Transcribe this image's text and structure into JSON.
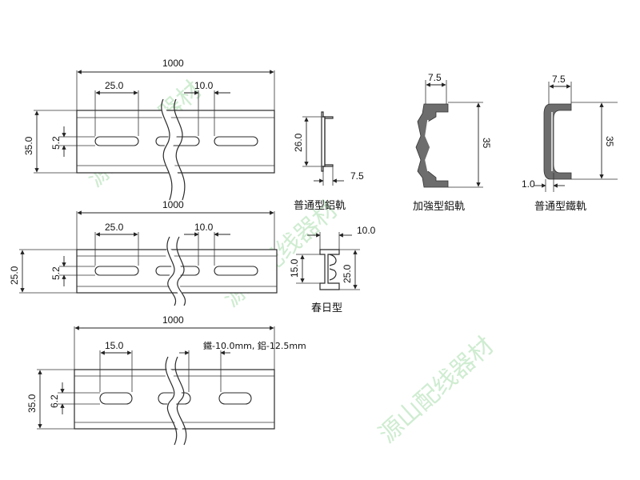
{
  "rail1": {
    "length": "1000",
    "pitch": "25.0",
    "slot": "10.0",
    "height": "35.0",
    "hole": "5.2"
  },
  "rail2": {
    "length": "1000",
    "pitch": "25.0",
    "slot": "10.0",
    "height": "25.0",
    "hole": "5.2"
  },
  "rail3": {
    "length": "1000",
    "pitch": "15.0",
    "note": "鐵-10.0mm, 鋁-12.5mm",
    "height": "35.0",
    "hole": "6.2"
  },
  "profile_std_al": {
    "height": "26.0",
    "lip": "7.5",
    "name": "普通型鋁軌"
  },
  "profile_reinf": {
    "lip": "7.5",
    "height": "35",
    "name": "加強型鋁軌"
  },
  "profile_std_fe": {
    "lip": "7.5",
    "height": "35",
    "thickness": "1.0",
    "name": "普通型鐵軌"
  },
  "profile_spring": {
    "width": "10.0",
    "height_left": "15.0",
    "height_right": "25.0",
    "name": "春日型"
  },
  "watermark": "源山配线器材",
  "colors": {
    "watermark": "#bfe6c2",
    "line": "#2a2a2a"
  }
}
